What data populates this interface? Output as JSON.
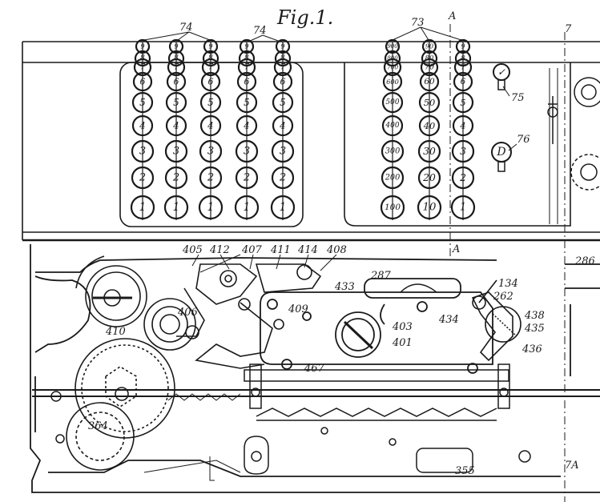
{
  "figure_title": "Fig.1.",
  "bank_left": {
    "columns": 5,
    "key_labels": [
      "9",
      "8",
      "7",
      "6",
      "5",
      "4",
      "3",
      "2",
      "1"
    ]
  },
  "bank_right": {
    "columns": [
      {
        "key_labels": [
          "900",
          "800",
          "700",
          "600",
          "500",
          "400",
          "300",
          "200",
          "100"
        ]
      },
      {
        "key_labels": [
          "90",
          "80",
          "70",
          "60",
          "50",
          "40",
          "30",
          "20",
          "10"
        ]
      },
      {
        "key_labels": [
          "9",
          "8",
          "7",
          "6",
          "5",
          "4",
          "3",
          "2",
          "1"
        ]
      }
    ]
  },
  "special_keys": {
    "key_75": "✓",
    "key_76": "D"
  },
  "reference_numerals": {
    "r74a": "74",
    "r74b": "74",
    "r73": "73",
    "rA_top": "A",
    "rA_mid": "A",
    "r7": "7",
    "r75": "75",
    "r76": "76",
    "r405": "405",
    "r412": "412",
    "r407": "407",
    "r411": "411",
    "r414": "414",
    "r408": "408",
    "r286": "286",
    "r287": "287",
    "r433": "433",
    "r409": "409",
    "r406": "406",
    "r410": "410",
    "r134": "134",
    "r262": "262",
    "r434": "434",
    "r438": "438",
    "r435": "435",
    "r436": "436",
    "r403": "403",
    "r401": "401",
    "r467": "467",
    "r364": "364",
    "r355": "355",
    "r7b": "7A"
  }
}
